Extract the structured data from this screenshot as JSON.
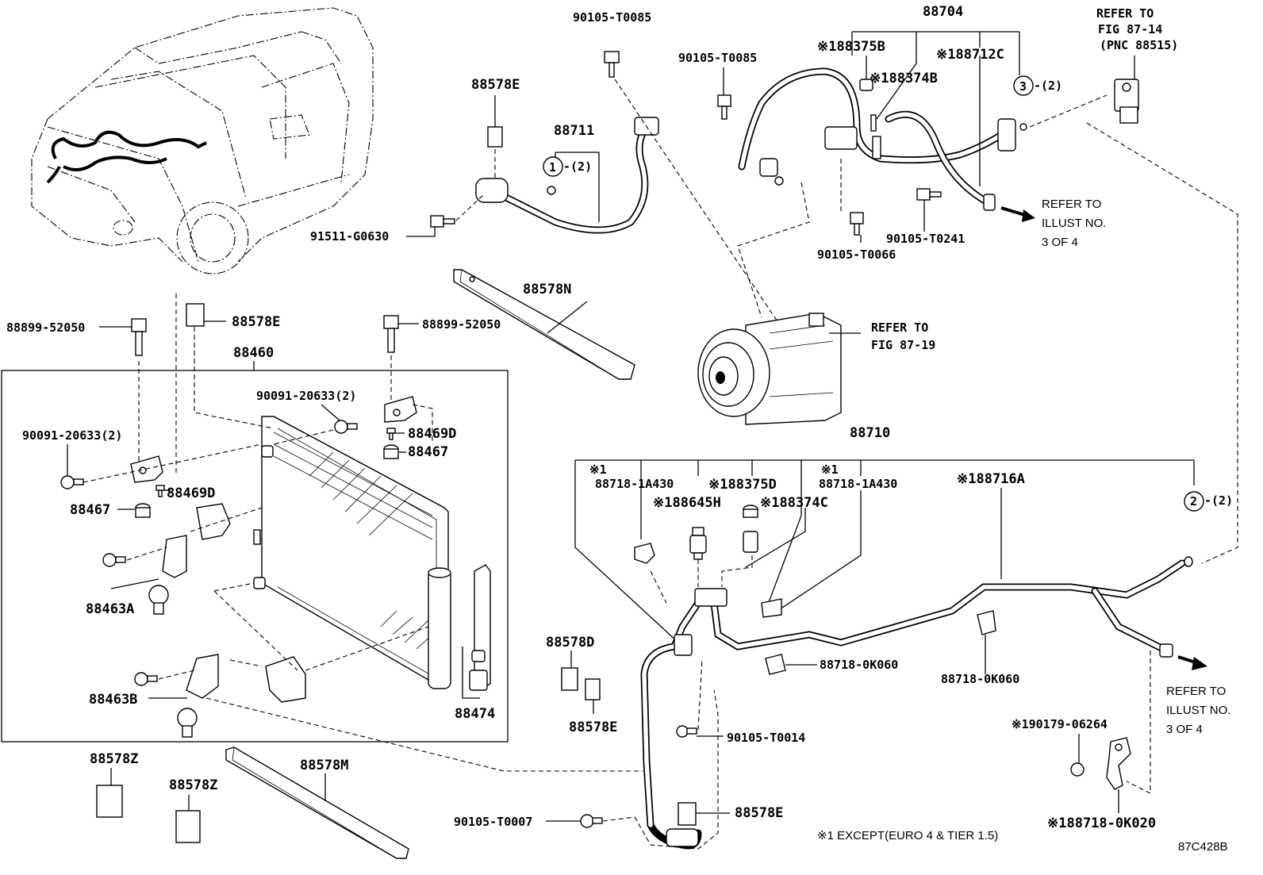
{
  "labels": {
    "l90105_T0085_a": "90105-T0085",
    "l88704": "88704",
    "l_refer_fig8714": "REFER TO",
    "l_refer_fig8714b": "FIG 87-14",
    "l_pnc88515": "(PNC 88515)",
    "l88375B": "※188375B",
    "l88712C": "※188712C",
    "l90105_T0085_b": "90105-T0085",
    "l88374B": "※188374B",
    "l_circle3": "3",
    "l_qty3": "-(2)",
    "l88578E_a": "88578E",
    "l88711": "88711",
    "l_circle1": "1",
    "l_qty1": "-(2)",
    "l_refer_illust_a1": "REFER TO",
    "l_refer_illust_a2": "ILLUST NO.",
    "l_refer_illust_a3": "3 OF 4",
    "l91511": "91511-G0630",
    "l90105_T0241": "90105-T0241",
    "l90105_T0066": "90105-T0066",
    "l88578N": "88578N",
    "l88899_a": "88899-52050",
    "l88578E_b": "88578E",
    "l88899_b": "88899-52050",
    "l_refer_fig8719a": "REFER TO",
    "l_refer_fig8719b": "FIG 87-19",
    "l88460": "88460",
    "l90091_a": "90091-20633(2)",
    "l88469D_a": "88469D",
    "l88467_a": "88467",
    "l90091_b": "90091-20633(2)",
    "l88469D_b": "88469D",
    "l88467_b": "88467",
    "l88463A": "88463A",
    "l88463B": "88463B",
    "l88474": "88474",
    "l88710": "88710",
    "l_note1a": "※1",
    "l88718_1A430_a": "88718-1A430",
    "l88375D": "※188375D",
    "l_note1b": "※1",
    "l88718_1A430_b": "88718-1A430",
    "l88716A": "※188716A",
    "l88645H": "※188645H",
    "l88374C": "※188374C",
    "l_circle2": "2",
    "l_qty2": "-(2)",
    "l88578D": "88578D",
    "l88718_0K060_a": "88718-0K060",
    "l88718_0K060_b": "88718-0K060",
    "l88578E_c": "88578E",
    "l_refer_illust_b1": "REFER TO",
    "l_refer_illust_b2": "ILLUST NO.",
    "l_refer_illust_b3": "3 OF 4",
    "l90179": "※190179-06264",
    "l90105_T0014": "90105-T0014",
    "l88578Z_a": "88578Z",
    "l88578M": "88578M",
    "l88578Z_b": "88578Z",
    "l88578E_d": "88578E",
    "l90105_T0007": "90105-T0007",
    "l88718_0K020": "※188718-0K020",
    "l_footnote": "※1 EXCEPT(EURO 4 & TIER 1.5)",
    "l_figcode": "87C428B"
  }
}
